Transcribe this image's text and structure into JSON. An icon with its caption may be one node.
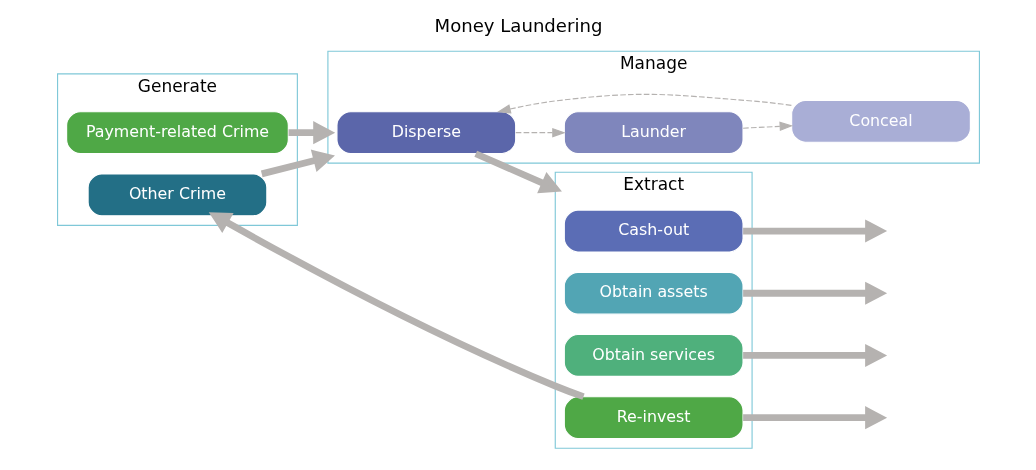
{
  "diagram": {
    "title": "Money Laundering",
    "nodes": [
      {
        "text": [
          "Generate"
        ]
      },
      {
        "text": [
          "Payment-related Crime"
        ],
        "in": 0
      },
      {
        "text": [
          "Other Crime"
        ],
        "in": 0
      },
      {
        "text": [
          "Manage"
        ]
      },
      {
        "text": [
          "Disperse"
        ],
        "in": 3
      },
      {
        "text": [
          "Launder"
        ],
        "in": 3
      },
      {
        "text": [
          "Conceal"
        ],
        "in": 3
      },
      {
        "text": [
          "Extract"
        ]
      },
      {
        "text": [
          "Cash-out"
        ],
        "in": 7
      },
      {
        "text": [
          "Obtain assets"
        ],
        "in": 7
      },
      {
        "text": [
          "Obtain services"
        ],
        "in": 7
      },
      {
        "text": [
          "Re-invest"
        ],
        "in": 7
      }
    ],
    "edges": [
      {
        "from": 1,
        "to": 3,
        "arrow": "to"
      },
      {
        "from": 2,
        "to": 3,
        "arrow": "to"
      },
      {
        "from": 4,
        "to": 7,
        "arrow": "to"
      },
      {
        "from": 4,
        "to": 5,
        "arrow": "to",
        "style": "dashed"
      },
      {
        "from": 5,
        "to": 6,
        "arrow": "to",
        "style": "dashed"
      },
      {
        "from": 6,
        "to": 4,
        "arrow": "to",
        "style": "dashed"
      },
      {
        "from": 8,
        "to": null,
        "arrow": "to"
      },
      {
        "from": 9,
        "to": null,
        "arrow": "to"
      },
      {
        "from": 10,
        "to": null,
        "arrow": "to"
      },
      {
        "from": 11,
        "to": null,
        "arrow": "to"
      },
      {
        "from": 11,
        "to": 2,
        "arrow": "to"
      }
    ]
  }
}
